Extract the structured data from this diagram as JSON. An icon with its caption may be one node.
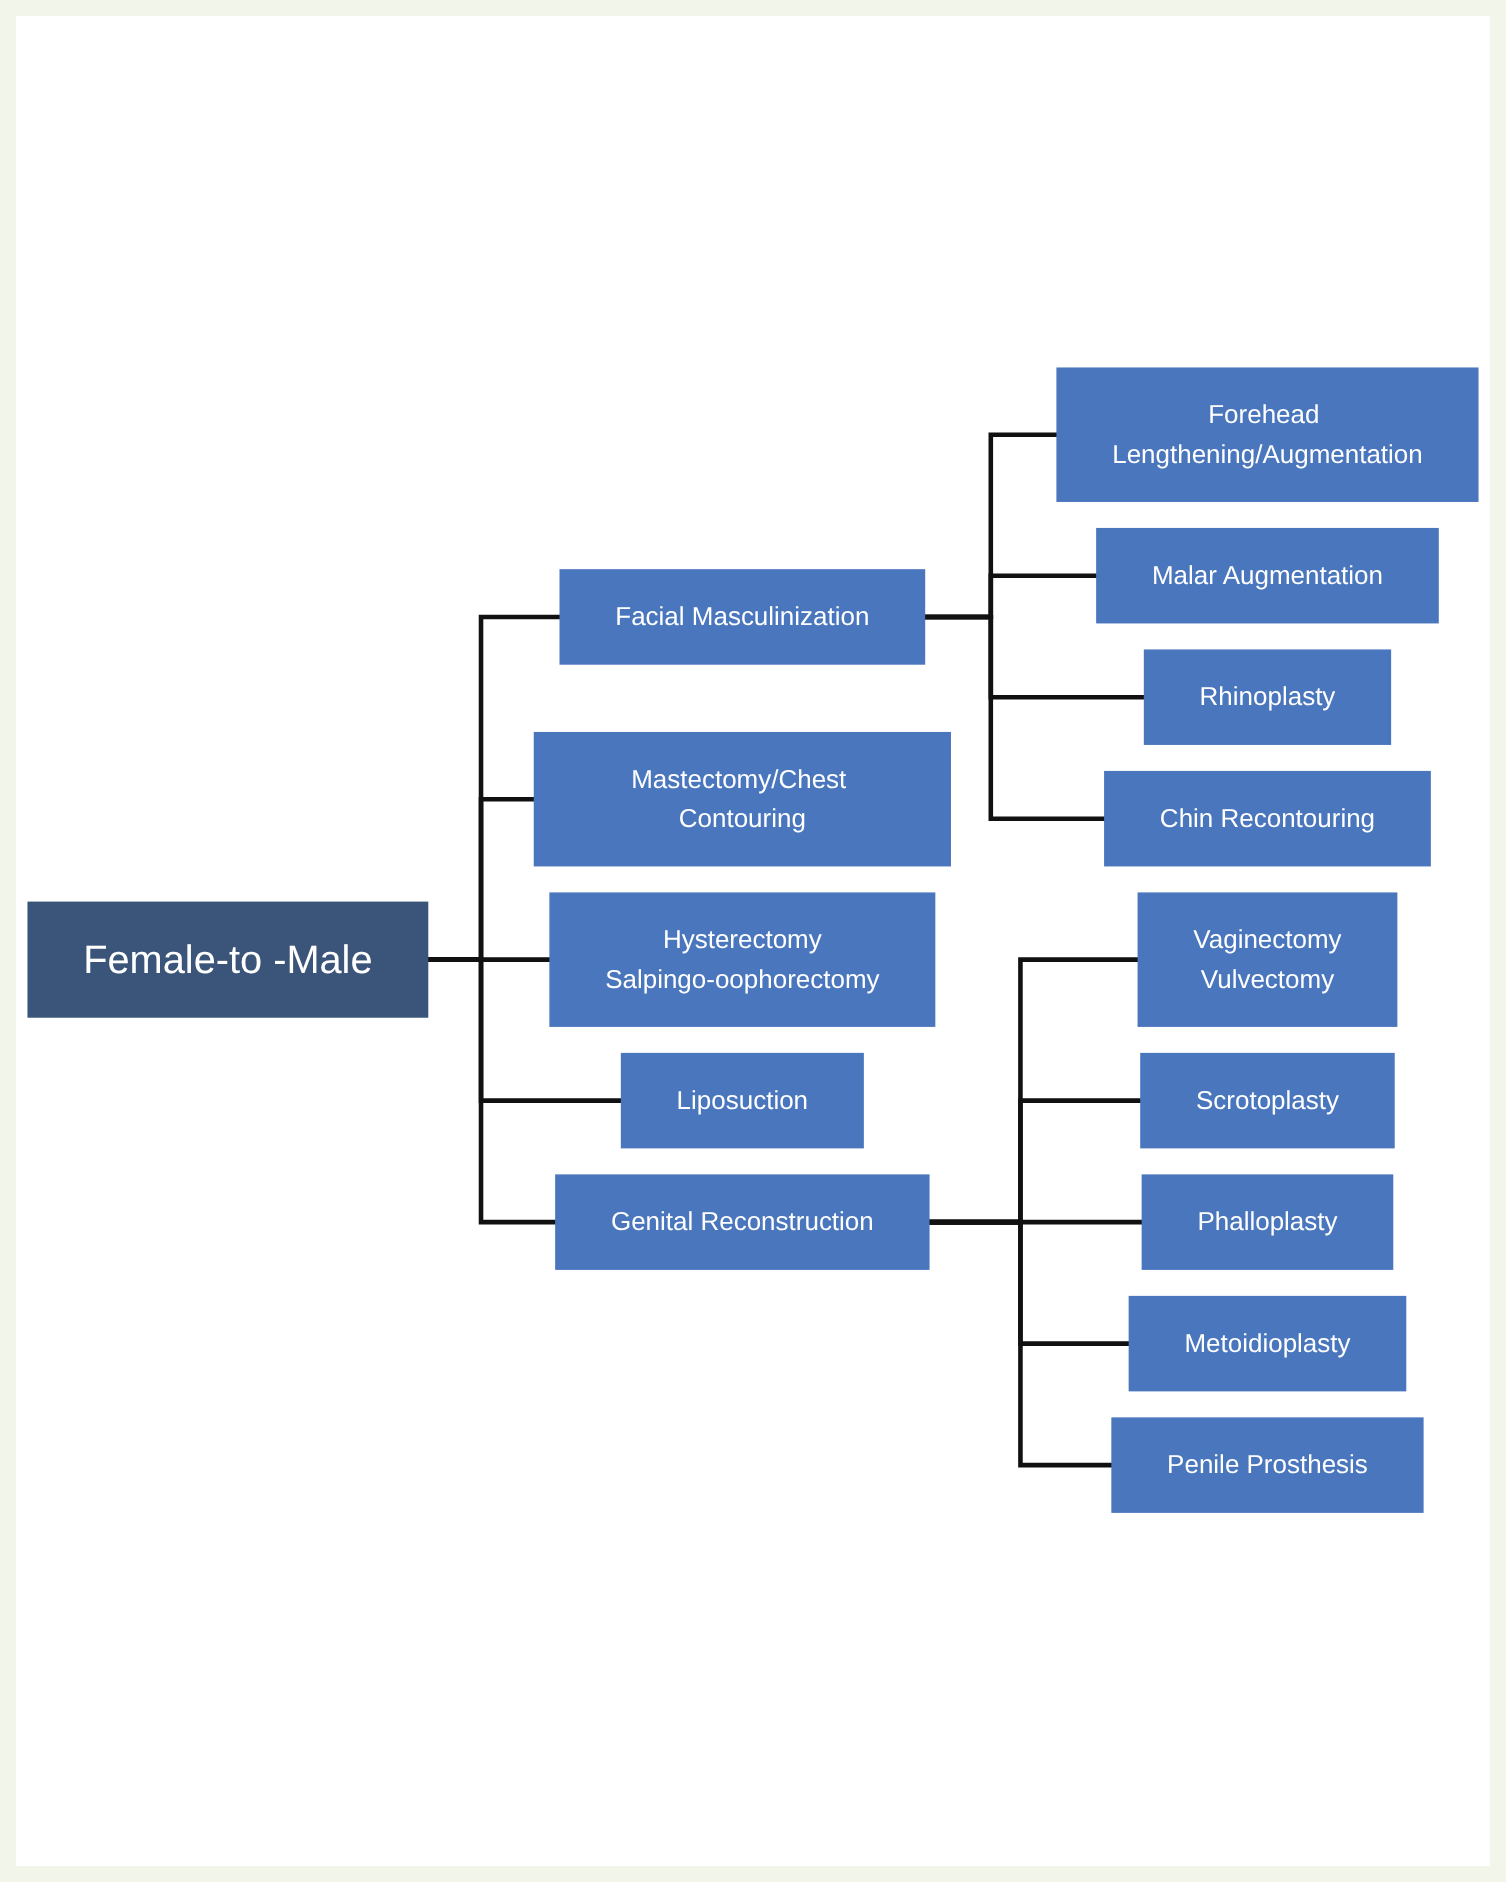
{
  "diagram": {
    "nodes": [
      {
        "text": [
          "Female-to -Male"
        ]
      },
      {
        "text": [
          "Facial Masculinization"
        ]
      },
      {
        "text": [
          "Mastectomy/Chest Contouring"
        ]
      },
      {
        "text": [
          "Hysterectomy",
          "Salpingo-oophorectomy"
        ]
      },
      {
        "text": [
          "Liposuction"
        ]
      },
      {
        "text": [
          "Genital Reconstruction"
        ]
      },
      {
        "text": [
          "Forehead Lengthening/Augmentation"
        ]
      },
      {
        "text": [
          "Malar Augmentation"
        ]
      },
      {
        "text": [
          "Rhinoplasty"
        ]
      },
      {
        "text": [
          "Chin Recontouring"
        ]
      },
      {
        "text": [
          "Vaginectomy",
          "Vulvectomy"
        ]
      },
      {
        "text": [
          "Scrotoplasty"
        ]
      },
      {
        "text": [
          "Phalloplasty"
        ]
      },
      {
        "text": [
          "Metoidioplasty"
        ]
      },
      {
        "text": [
          "Penile Prosthesis"
        ]
      }
    ],
    "edges": [
      {
        "from": 0,
        "to": 1,
        "arrow": "none"
      },
      {
        "from": 0,
        "to": 2,
        "arrow": "none"
      },
      {
        "from": 0,
        "to": 3,
        "arrow": "none"
      },
      {
        "from": 0,
        "to": 4,
        "arrow": "none"
      },
      {
        "from": 0,
        "to": 5,
        "arrow": "none"
      },
      {
        "from": 1,
        "to": 6,
        "arrow": "none"
      },
      {
        "from": 1,
        "to": 7,
        "arrow": "none"
      },
      {
        "from": 1,
        "to": 8,
        "arrow": "none"
      },
      {
        "from": 1,
        "to": 9,
        "arrow": "none"
      },
      {
        "from": 5,
        "to": 10,
        "arrow": "none"
      },
      {
        "from": 5,
        "to": 11,
        "arrow": "none"
      },
      {
        "from": 5,
        "to": 12,
        "arrow": "none"
      },
      {
        "from": 5,
        "to": 13,
        "arrow": "none"
      },
      {
        "from": 5,
        "to": 14,
        "arrow": "none"
      }
    ]
  }
}
